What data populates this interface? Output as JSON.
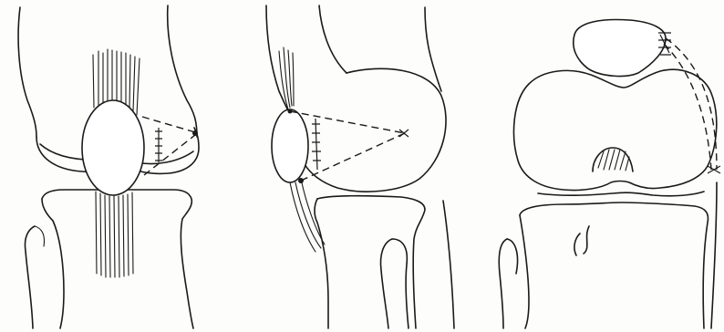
{
  "figure": {
    "panels": [
      {
        "id": "anterior-view"
      },
      {
        "id": "lateral-view"
      },
      {
        "id": "axial-view"
      }
    ],
    "line_color": "#1a1a1a",
    "background": "#fdfdfb"
  }
}
